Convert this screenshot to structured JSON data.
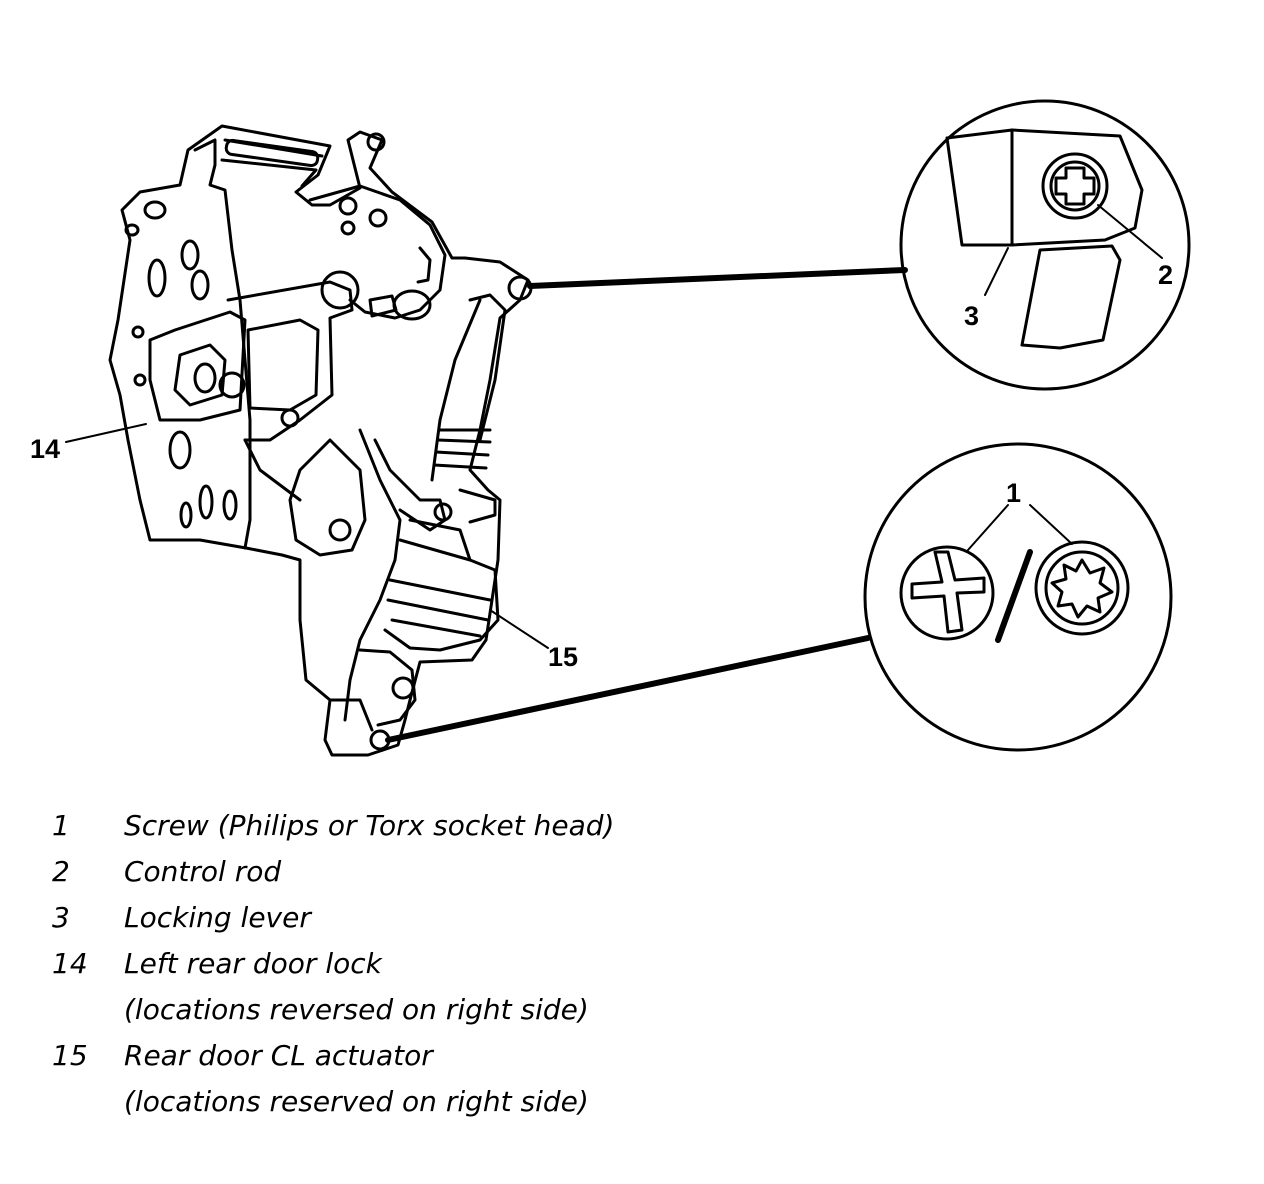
{
  "diagram": {
    "callouts": {
      "c1": "1",
      "c2": "2",
      "c3": "3",
      "c14": "14",
      "c15": "15"
    }
  },
  "legend": [
    {
      "num": "1",
      "text": "Screw (Philips or Torx socket head)"
    },
    {
      "num": "2",
      "text": "Control rod"
    },
    {
      "num": "3",
      "text": "Locking lever"
    },
    {
      "num": "14",
      "text": "Left rear door lock"
    },
    {
      "num": "",
      "text": "(locations reversed on right side)"
    },
    {
      "num": "15",
      "text": "Rear door CL actuator"
    },
    {
      "num": "",
      "text": "(locations reserved on right side)"
    }
  ]
}
